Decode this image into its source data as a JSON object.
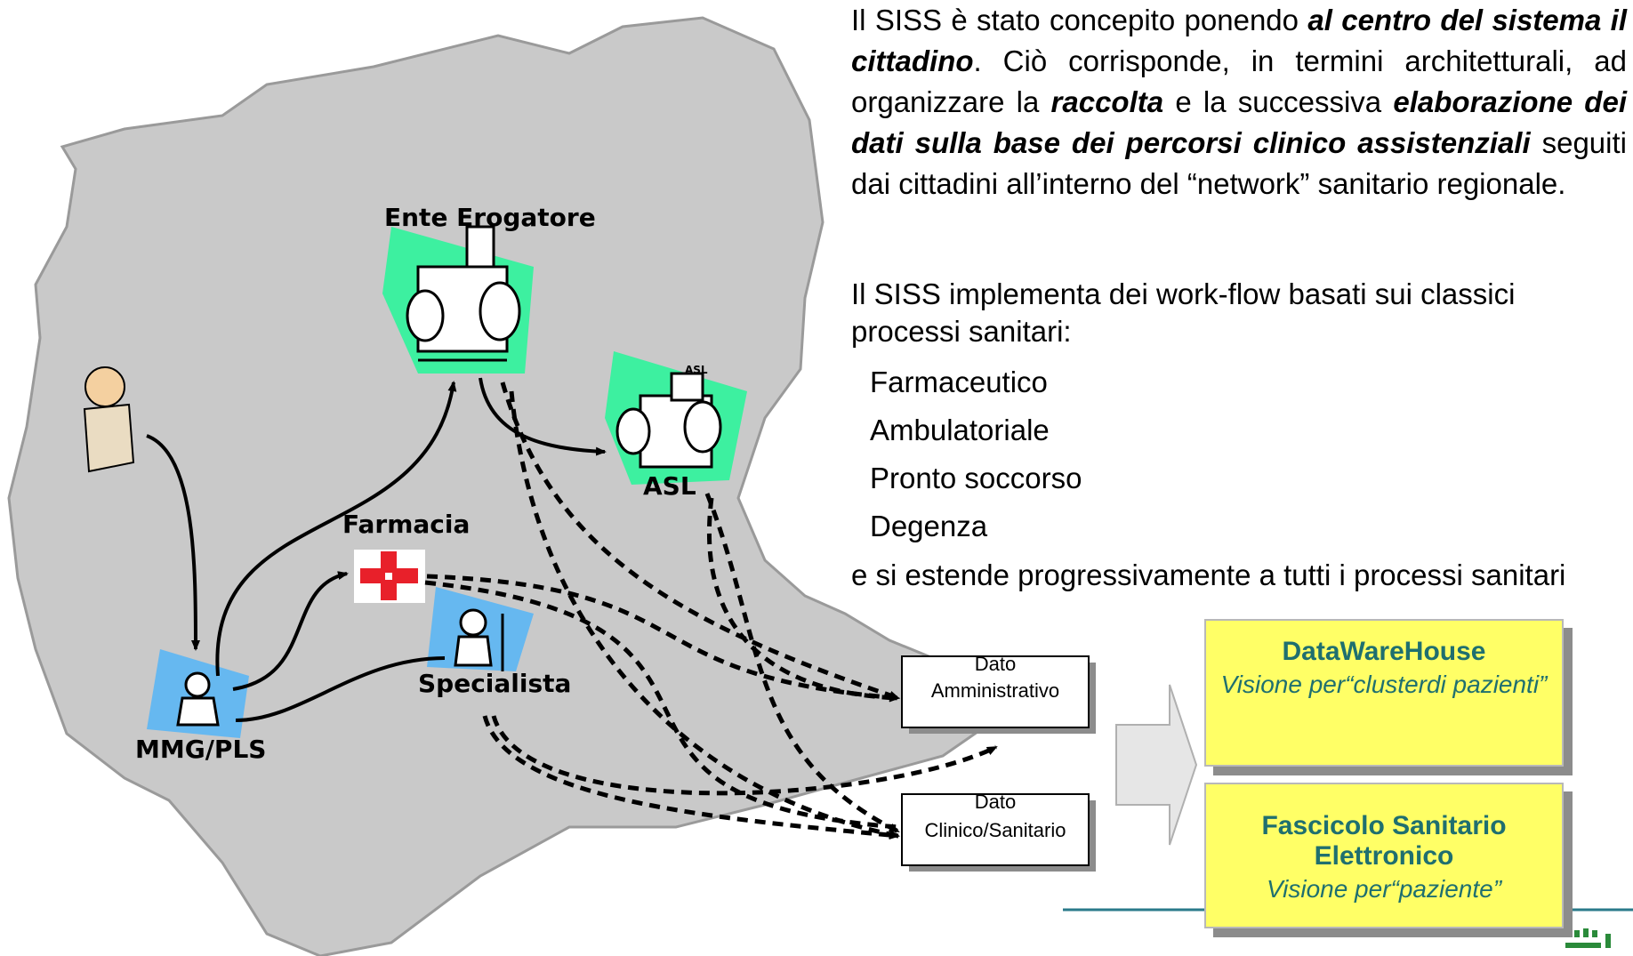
{
  "paragraph1": {
    "t1": "Il SISS è stato concepito ponendo ",
    "b1": "al centro del sistema il cittadino",
    "t2": ". Ciò corrisponde, in termini architetturali, ad organizzare la ",
    "b2": "raccolta",
    "t3": " e la successiva ",
    "b3": "elaborazione dei dati sulla base dei percorsi clinico assistenziali",
    "t4": " seguiti dai cittadini all’interno del “network” sanitario regionale."
  },
  "paragraph2": "Il SISS implementa dei work-flow basati sui classici processi sanitari:",
  "processes": [
    "Farmaceutico",
    "Ambulatoriale",
    "Pronto soccorso",
    "Degenza"
  ],
  "paragraph3": "e si estende progressivamente a tutti i processi sanitari",
  "nodes": {
    "ente": "Ente Erogatore",
    "asl": "ASL",
    "asl_sign": "ASL",
    "farmacia": "Farmacia",
    "specialista": "Specialista",
    "mmg": "MMG/PLS"
  },
  "data_boxes": {
    "amministrativo_top": "Dato",
    "amministrativo": "Amministrativo",
    "clinico_top": "Dato",
    "clinico": "Clinico/Sanitario"
  },
  "outputs": {
    "dwh_title": "DataWareHouse",
    "dwh_sub": "Visione per“clusterdi pazienti”",
    "fse_title": "Fascicolo Sanitario Elettronico",
    "fse_sub": "Visione per“paziente”"
  },
  "colors": {
    "map": "#c9c9c9",
    "halo_green": "#3df0a0",
    "halo_blue": "#66b8f0",
    "output_fill": "#ffff66",
    "output_text": "#1f6f6f",
    "cross_red": "#e8202a"
  }
}
